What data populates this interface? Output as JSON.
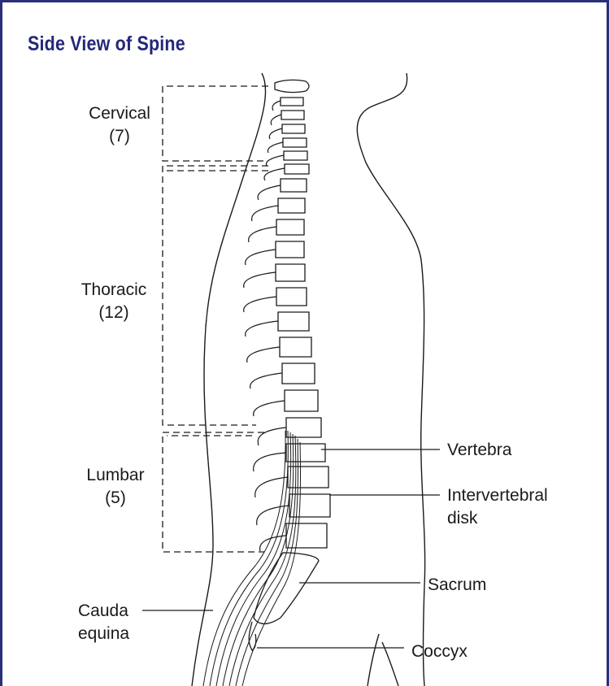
{
  "diagram": {
    "title": "Side View of Spine",
    "regions": [
      {
        "name": "Cervical",
        "count": "(7)"
      },
      {
        "name": "Thoracic",
        "count": "(12)"
      },
      {
        "name": "Lumbar",
        "count": "(5)"
      }
    ],
    "callouts": {
      "vertebra": "Vertebra",
      "intervertebral_line1": "Intervertebral",
      "intervertebral_line2": "disk",
      "sacrum": "Sacrum",
      "cauda_line1": "Cauda",
      "cauda_line2": "equina",
      "coccyx": "Coccyx"
    },
    "colors": {
      "title": "#23287a",
      "frame": "#2a2f7a",
      "ink": "#1a1a1a"
    }
  }
}
